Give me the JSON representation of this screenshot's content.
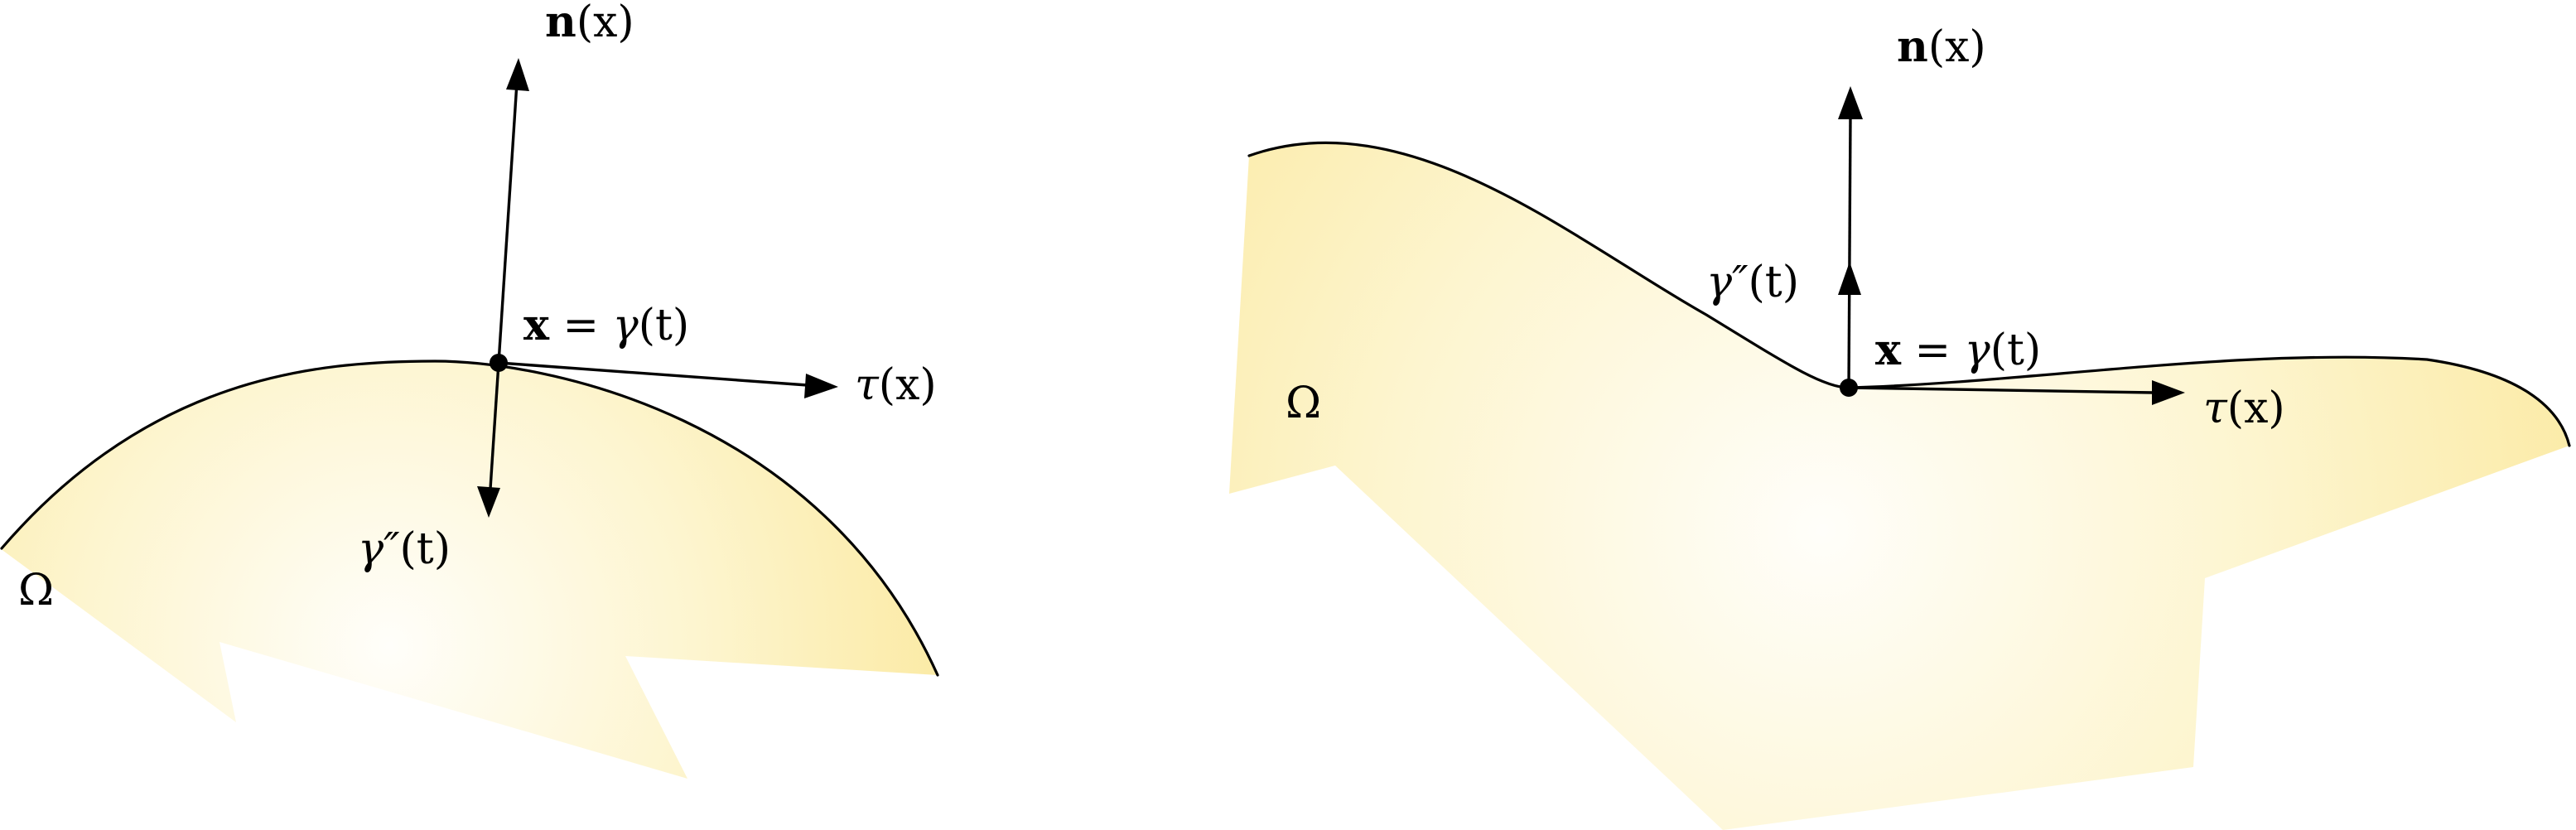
{
  "colors": {
    "region_center": "#fffefa",
    "region_mid": "#fdf5cf",
    "region_edge": "#fbeaa4",
    "ink": "#000000"
  },
  "panels": [
    {
      "region_label": "Ω",
      "point_label": {
        "bold": "x",
        "rest": " = ",
        "func": "γ",
        "arg": "(t)"
      },
      "normal_label": {
        "bold": "n",
        "arg": "(x)"
      },
      "tangent_label": {
        "sym": "τ",
        "arg": "(x)"
      },
      "curvature_label": {
        "sym": "γ″",
        "arg": "(t)"
      }
    },
    {
      "region_label": "Ω",
      "point_label": {
        "bold": "x",
        "rest": " = ",
        "func": "γ",
        "arg": "(t)"
      },
      "normal_label": {
        "bold": "n",
        "arg": "(x)"
      },
      "tangent_label": {
        "sym": "τ",
        "arg": "(x)"
      },
      "curvature_label": {
        "sym": "γ″",
        "arg": "(t)"
      }
    }
  ]
}
